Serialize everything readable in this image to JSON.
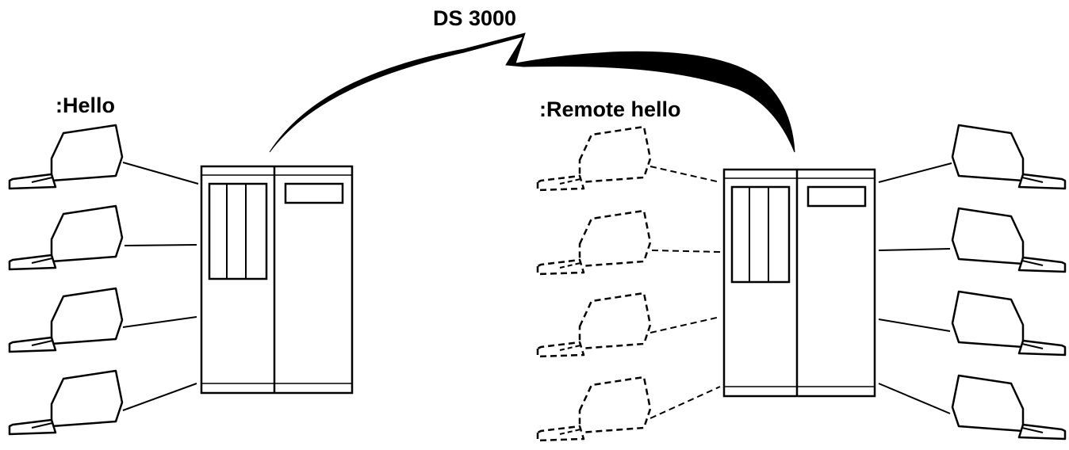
{
  "labels": {
    "link": "DS 3000",
    "left_system": ":Hello",
    "right_system": ":Remote hello"
  }
}
